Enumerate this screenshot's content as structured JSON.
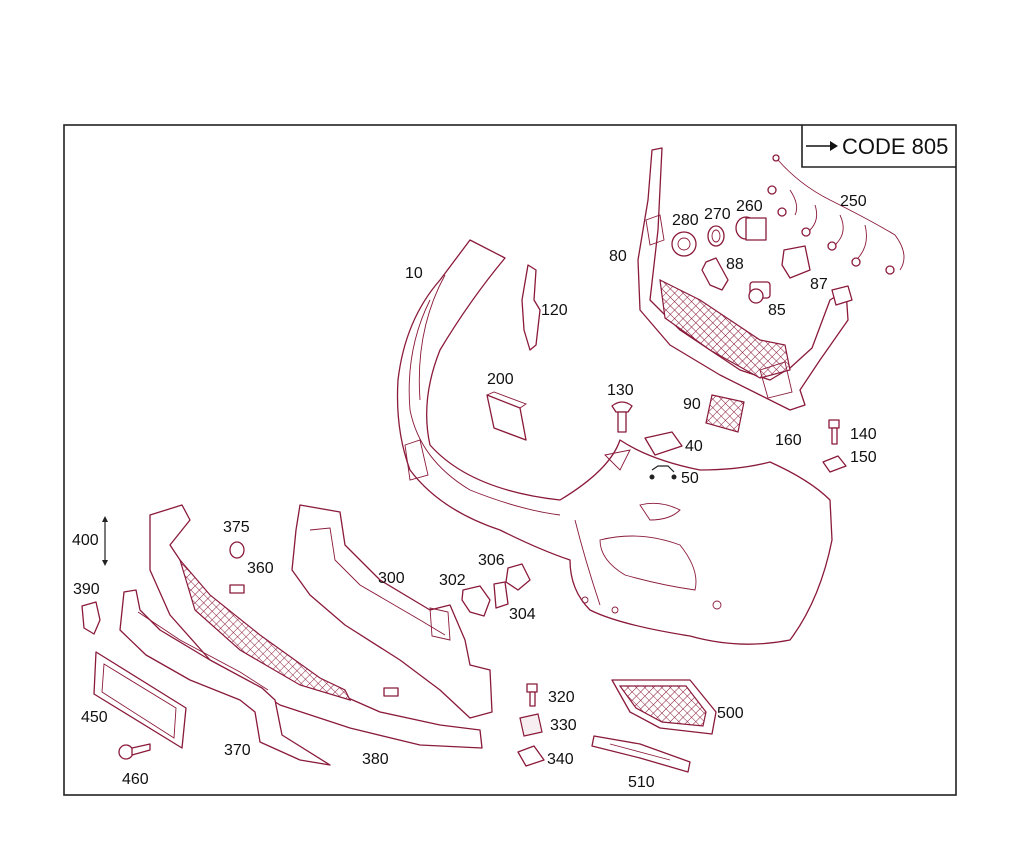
{
  "code_box": {
    "label": "CODE 805",
    "arrow_icon": "arrow-right-icon"
  },
  "labels": {
    "p10": "10",
    "p120": "120",
    "p200": "200",
    "p130": "130",
    "p90": "90",
    "p40": "40",
    "p50": "50",
    "p160": "160",
    "p140": "140",
    "p150": "150",
    "p80": "80",
    "p280": "280",
    "p270": "270",
    "p260": "260",
    "p250": "250",
    "p88": "88",
    "p87": "87",
    "p85": "85",
    "p400": "400",
    "p375": "375",
    "p360": "360",
    "p300": "300",
    "p302": "302",
    "p306": "306",
    "p304": "304",
    "p390": "390",
    "p450": "450",
    "p370": "370",
    "p380": "380",
    "p460": "460",
    "p320": "320",
    "p330": "330",
    "p340": "340",
    "p500": "500",
    "p510": "510"
  },
  "colors": {
    "part_stroke": "#8a1a3a",
    "frame": "#222222",
    "text": "#111111"
  }
}
